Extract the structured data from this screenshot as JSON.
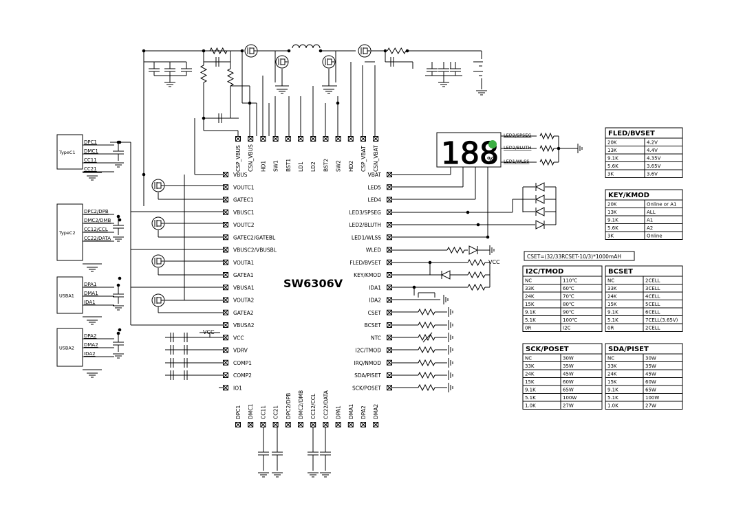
{
  "chip": {
    "name": "SW6306V",
    "left_pins": [
      "VBUS",
      "VOUTC1",
      "GATEC1",
      "VBUSC1",
      "VOUTC2",
      "GATEC2/GATEBL",
      "VBUSC2/VBUSBL",
      "VOUTA1",
      "GATEA1",
      "VBUSA1",
      "VOUTA2",
      "GATEA2",
      "VBUSA2",
      "VCC",
      "VDRV",
      "COMP1",
      "COMP2",
      "IO1"
    ],
    "right_pins": [
      "VBAT",
      "LED5",
      "LED4",
      "LED3/SPSEG",
      "LED2/BLUTH",
      "LED1/WLSS",
      "WLED",
      "FLED/BVSET",
      "KEY/KMOD",
      "IDA1",
      "IDA2",
      "CSET",
      "BCSET",
      "NTC",
      "I2C/TMOD",
      "IRQ/NMOD",
      "SDA/PISET",
      "SCK/POSET"
    ],
    "top_pins": [
      "CSP_VBUS",
      "CSN_VBUS",
      "HD1",
      "SW1",
      "BST1",
      "LD1",
      "LD2",
      "BST2",
      "SW2",
      "HD2",
      "CSP_VBAT",
      "CSN_VBAT"
    ],
    "bottom_pins": [
      "DPC1",
      "DMC1",
      "CC11",
      "CC21",
      "DPC2/DPB",
      "DMC2/DMB",
      "CC12/CCL",
      "CC22/DATA",
      "DPA1",
      "DMA1",
      "DPA2",
      "DMA2"
    ]
  },
  "connectors": [
    {
      "label": "TypeC1",
      "pins": [
        "DPC1",
        "DMC1",
        "CC11",
        "CC21"
      ]
    },
    {
      "label": "TypeC2",
      "pins": [
        "DPC2/DPB",
        "DMC2/DMB",
        "CC12/CCL",
        "CC22/DATA"
      ]
    },
    {
      "label": "USBA1",
      "pins": [
        "DPA1",
        "DMA1",
        "IDA1"
      ]
    },
    {
      "label": "USBA2",
      "pins": [
        "DPA2",
        "DMA2",
        "IDA2"
      ]
    }
  ],
  "display": {
    "digits": "188",
    "percent": "%",
    "leds": [
      "LED3/SPSEG",
      "LED2/BLUTH",
      "LED1/WLSS"
    ]
  },
  "vcc_labels": [
    "VCC",
    "VCC"
  ],
  "cset_formula": "CSET=(32/33RCSET-10/3)*1000mAH",
  "tables": {
    "fled": {
      "title": "FLED/BVSET",
      "rows": [
        [
          "20K",
          "4.2V"
        ],
        [
          "13K",
          "4.4V"
        ],
        [
          "9.1K",
          "4.35V"
        ],
        [
          "5.6K",
          "3.65V"
        ],
        [
          "3K",
          "3.6V"
        ]
      ]
    },
    "key": {
      "title": "KEY/KMOD",
      "rows": [
        [
          "20K",
          "Online or A1"
        ],
        [
          "13K",
          "ALL"
        ],
        [
          "9.1K",
          "A1"
        ],
        [
          "5.6K",
          "A2"
        ],
        [
          "3K",
          "Online"
        ]
      ]
    },
    "i2c": {
      "title": "I2C/TMOD",
      "rows": [
        [
          "NC",
          "110℃"
        ],
        [
          "33K",
          "60℃"
        ],
        [
          "24K",
          "70℃"
        ],
        [
          "15K",
          "80℃"
        ],
        [
          "9.1K",
          "90℃"
        ],
        [
          "5.1K",
          "100℃"
        ],
        [
          "0R",
          "I2C"
        ]
      ]
    },
    "bcset": {
      "title": "BCSET",
      "rows": [
        [
          "NC",
          "2CELL"
        ],
        [
          "33K",
          "3CELL"
        ],
        [
          "24K",
          "4CELL"
        ],
        [
          "15K",
          "5CELL"
        ],
        [
          "9.1K",
          "6CELL"
        ],
        [
          "5.1K",
          "7CELL(3.65V)"
        ],
        [
          "0R",
          "2CELL"
        ]
      ]
    },
    "sck": {
      "title": "SCK/POSET",
      "rows": [
        [
          "NC",
          "30W"
        ],
        [
          "33K",
          "35W"
        ],
        [
          "24K",
          "45W"
        ],
        [
          "15K",
          "60W"
        ],
        [
          "9.1K",
          "65W"
        ],
        [
          "5.1K",
          "100W"
        ],
        [
          "1.0K",
          "27W"
        ]
      ]
    },
    "sda": {
      "title": "SDA/PISET",
      "rows": [
        [
          "NC",
          "30W"
        ],
        [
          "33K",
          "35W"
        ],
        [
          "24K",
          "45W"
        ],
        [
          "15K",
          "60W"
        ],
        [
          "9.1K",
          "65W"
        ],
        [
          "5.1K",
          "100W"
        ],
        [
          "1.0K",
          "27W"
        ]
      ]
    }
  }
}
